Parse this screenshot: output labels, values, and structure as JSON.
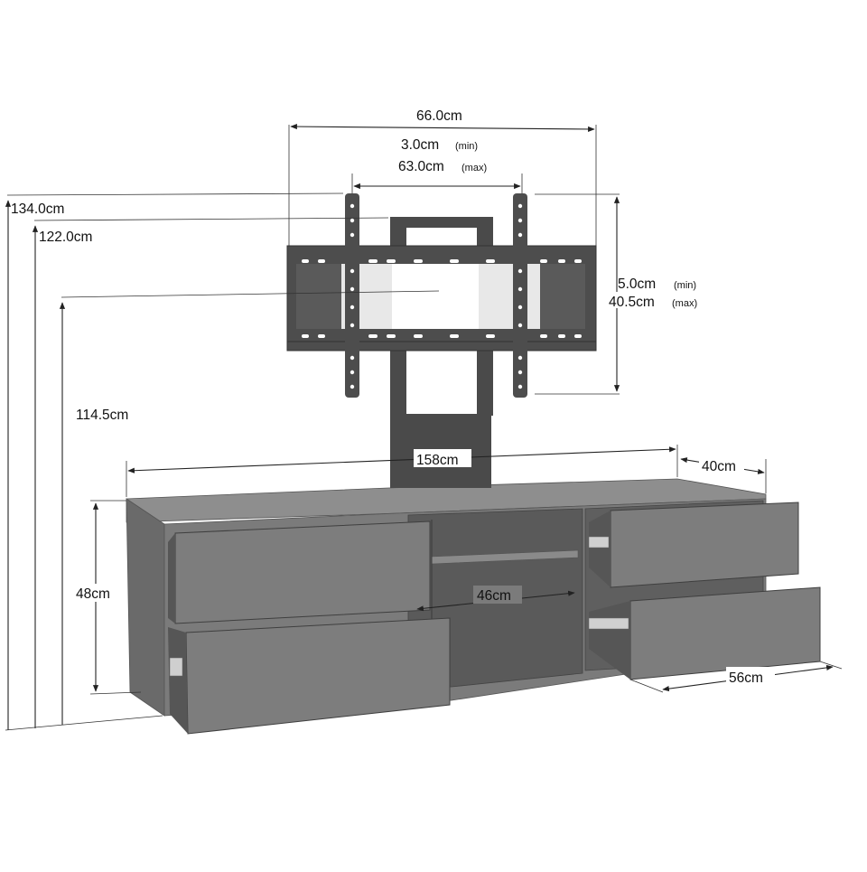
{
  "dimensions": {
    "bracket_width": "66.0cm",
    "arm_spacing_min": "3.0cm",
    "arm_spacing_min_note": "(min)",
    "arm_spacing_max": "63.0cm",
    "arm_spacing_max_note": "(max)",
    "height_max": "134.0cm",
    "height_mid": "122.0cm",
    "height_low": "114.5cm",
    "bracket_height_min": "5.0cm",
    "bracket_height_min_note": "(min)",
    "bracket_height_max": "40.5cm",
    "bracket_height_max_note": "(max)",
    "unit_width": "158cm",
    "unit_depth": "40cm",
    "unit_height": "48cm",
    "shelf_width": "46cm",
    "drawer_width": "56cm"
  },
  "colors": {
    "cabinet_front": "#7b7b7b",
    "cabinet_top": "#8e8e8e",
    "cabinet_side": "#6a6a6a",
    "interior": "#595959",
    "metal": "#4a4a4a",
    "dimension_line": "#222222"
  }
}
